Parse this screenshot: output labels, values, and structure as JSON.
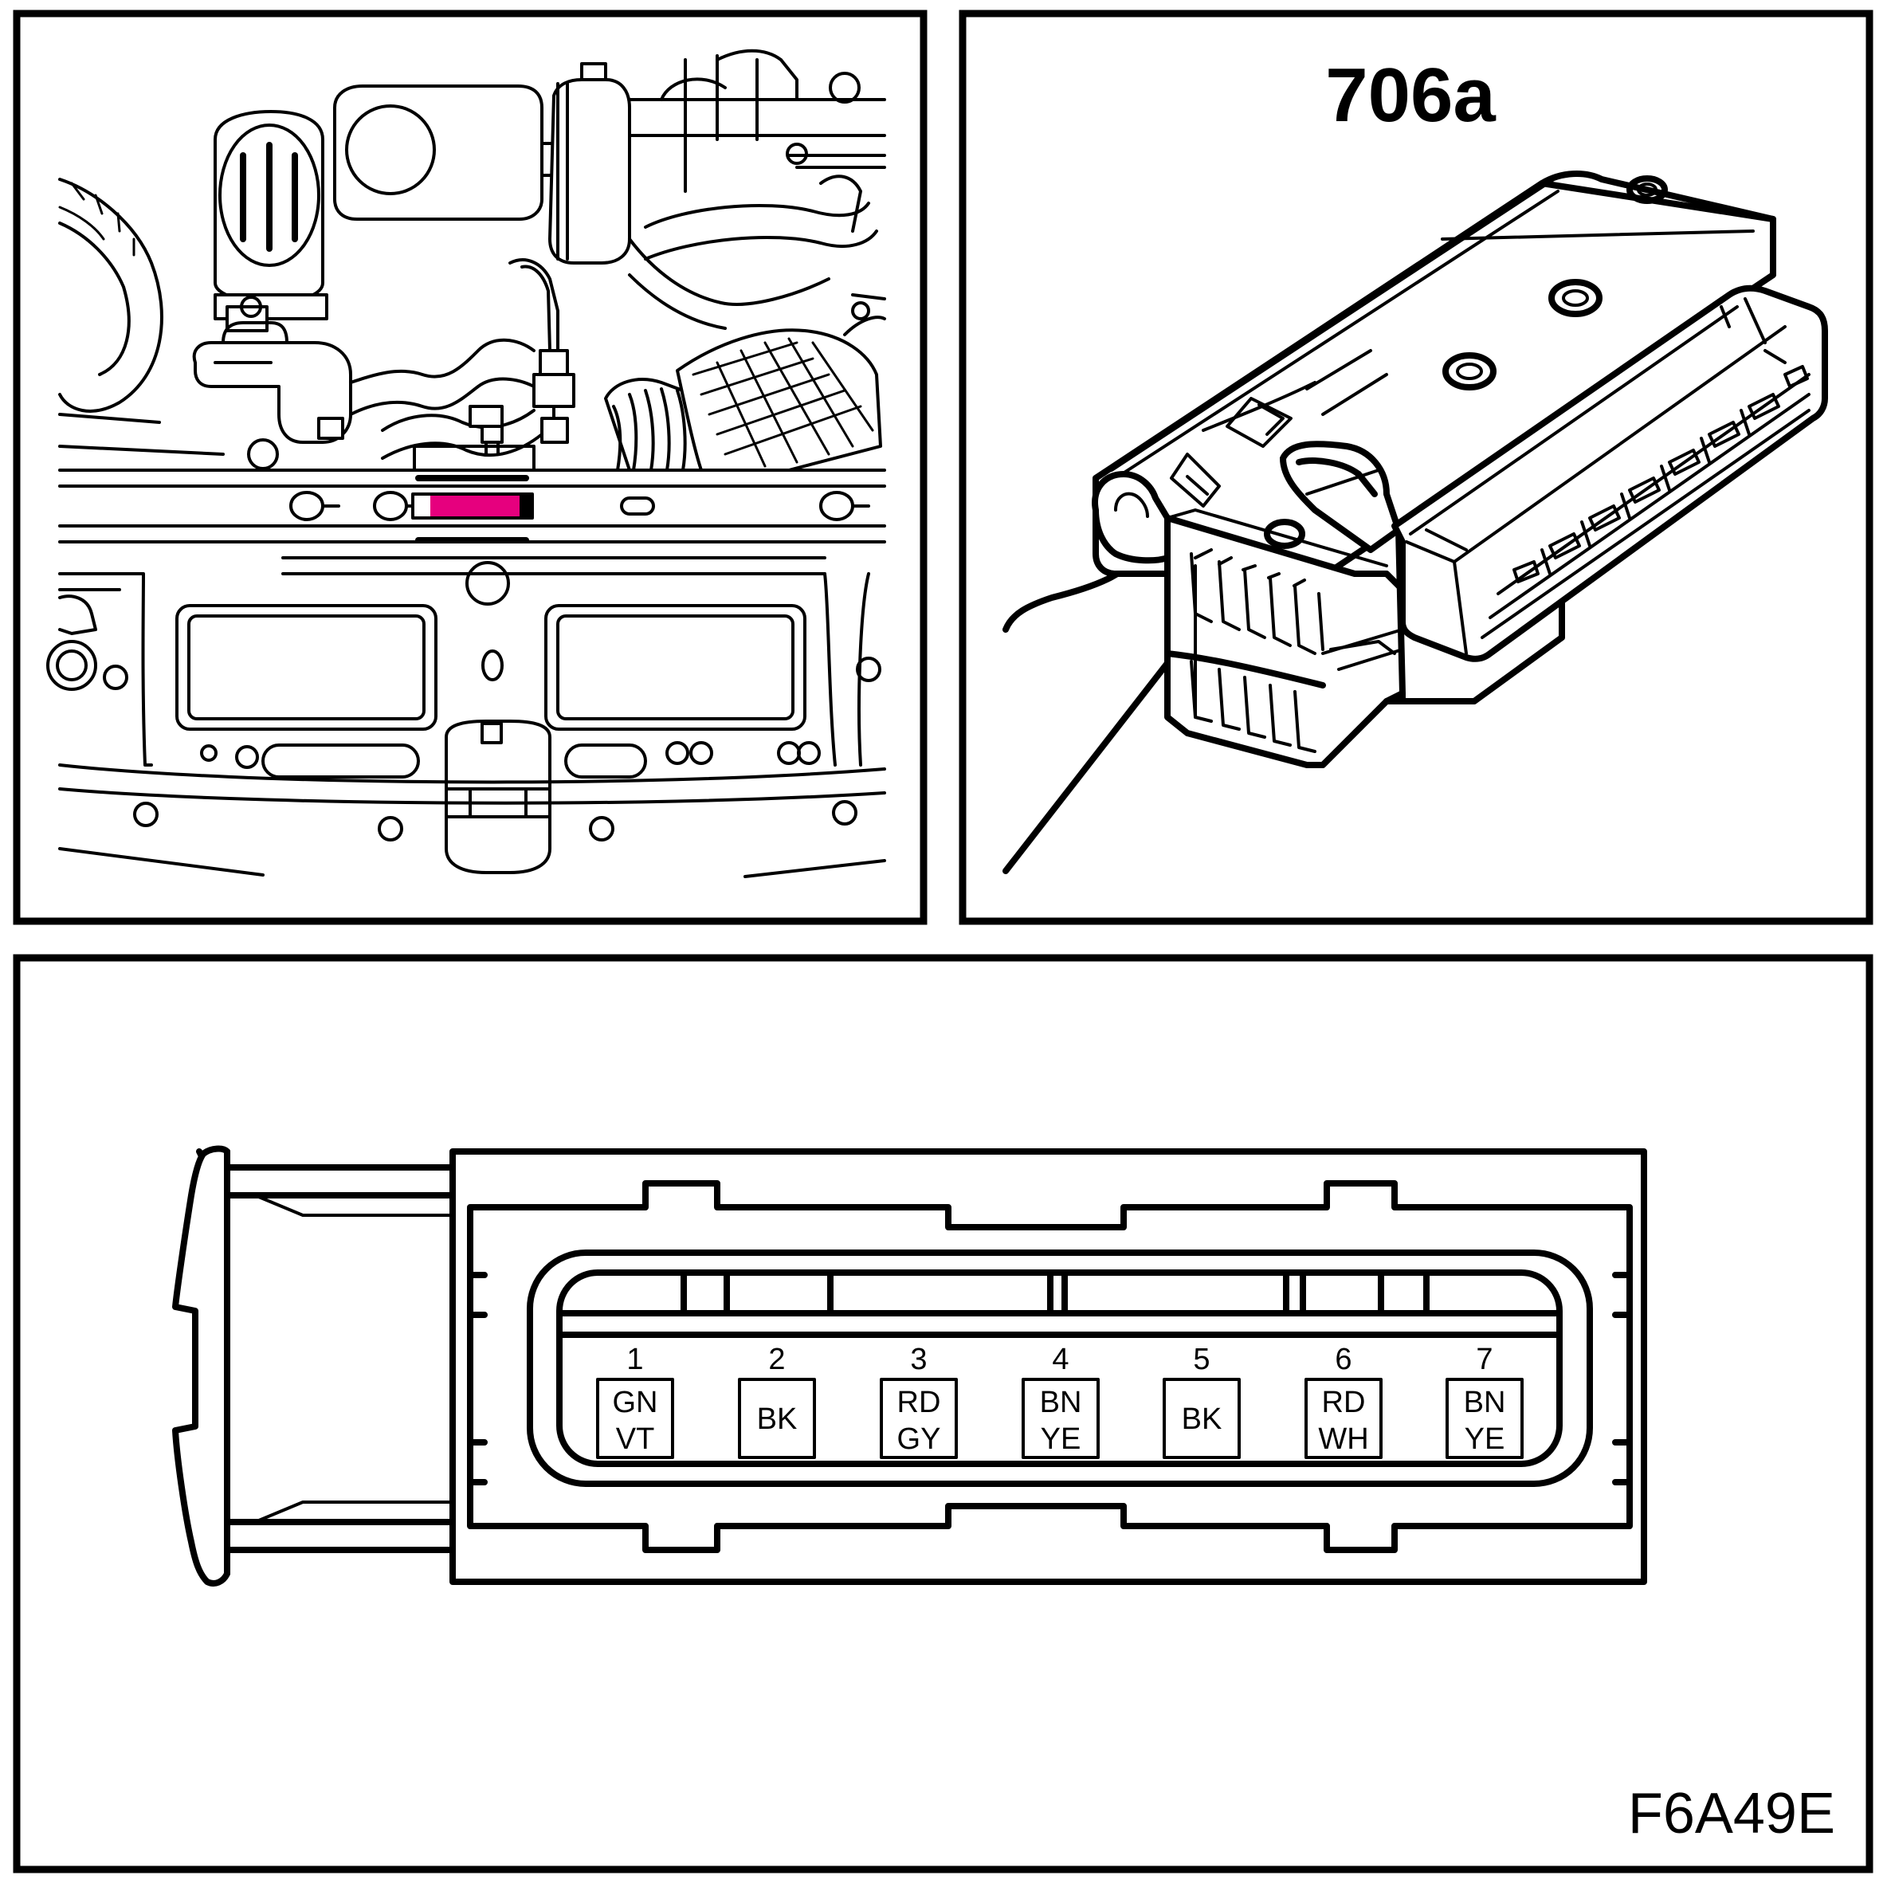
{
  "connector": {
    "code": "706a",
    "figure_id": "F6A49E",
    "highlight_color": "#e6007e",
    "pins": [
      {
        "number": "1",
        "wire_top": "GN",
        "wire_bottom": "VT"
      },
      {
        "number": "2",
        "wire_top": "BK",
        "wire_bottom": ""
      },
      {
        "number": "3",
        "wire_top": "RD",
        "wire_bottom": "GY"
      },
      {
        "number": "4",
        "wire_top": "BN",
        "wire_bottom": "YE"
      },
      {
        "number": "5",
        "wire_top": "BK",
        "wire_bottom": ""
      },
      {
        "number": "6",
        "wire_top": "RD",
        "wire_bottom": "WH"
      },
      {
        "number": "7",
        "wire_top": "BN",
        "wire_bottom": "YE"
      }
    ]
  }
}
